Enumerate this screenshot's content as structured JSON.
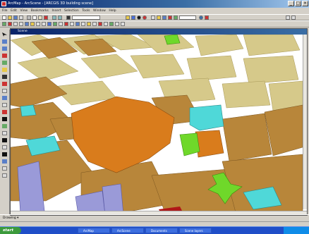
{
  "window": {
    "title": "ArcMap - ArcScene - [ARCGIS 3D building scene]",
    "min_label": "_",
    "max_label": "□",
    "close_label": "×"
  },
  "menu": {
    "items": [
      "File",
      "Edit",
      "View",
      "Bookmarks",
      "Insert",
      "Selection",
      "Tools",
      "Window",
      "Help"
    ]
  },
  "document": {
    "title": "Scene"
  },
  "drawing_toolbar": {
    "label": "Drawing ▾"
  },
  "status": {
    "coordinates": ""
  },
  "taskbar": {
    "start_label": "start",
    "items": [
      "ArcMap",
      "ArcScene",
      "Documents",
      "Scene layers"
    ],
    "clock": ""
  },
  "colors": {
    "title_bar": "#0a246a",
    "taskbar": "#1f4ec8",
    "building_tan": "#d6c98a",
    "building_brown": "#b8863a",
    "building_orange": "#d97c1c",
    "building_cyan": "#4fd8d8",
    "building_green": "#6fd82a",
    "building_lavender": "#9a9ad8"
  }
}
